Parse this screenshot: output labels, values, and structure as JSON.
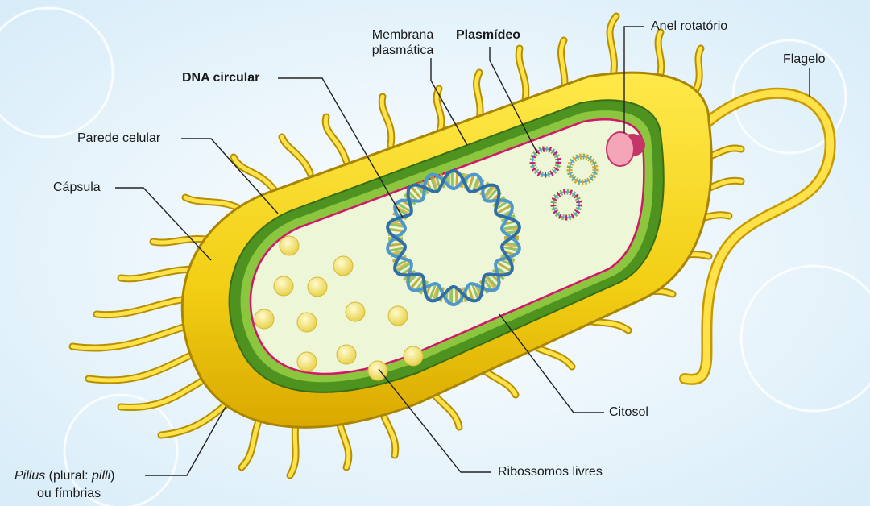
{
  "labels": {
    "membrana_line1": "Membrana",
    "membrana_line2": "plasmática",
    "plasmideo": "Plasmídeo",
    "anel": "Anel rotatório",
    "flagelo": "Flagelo",
    "dna": "DNA circular",
    "parede": "Parede celular",
    "capsula": "Cápsula",
    "citosol": "Citosol",
    "ribossomos": "Ribossomos livres",
    "pillus_italic": "Pillus",
    "pillus_mid": " (plural: ",
    "pilli_italic": "pilli",
    "pillus_close": ")",
    "fimbrias": "ou fímbrias"
  },
  "colors": {
    "capsule": "#f2d21a",
    "capsule_edge": "#b58f00",
    "wall": "#4d8f1c",
    "wall_light": "#8cc63f",
    "membrane": "#d0186a",
    "cytosol": "#eef6d8",
    "ribosome": "#f7e66a",
    "dna": "#5aa6d6",
    "leader": "#222222",
    "rotor": "#f4a6b8"
  }
}
